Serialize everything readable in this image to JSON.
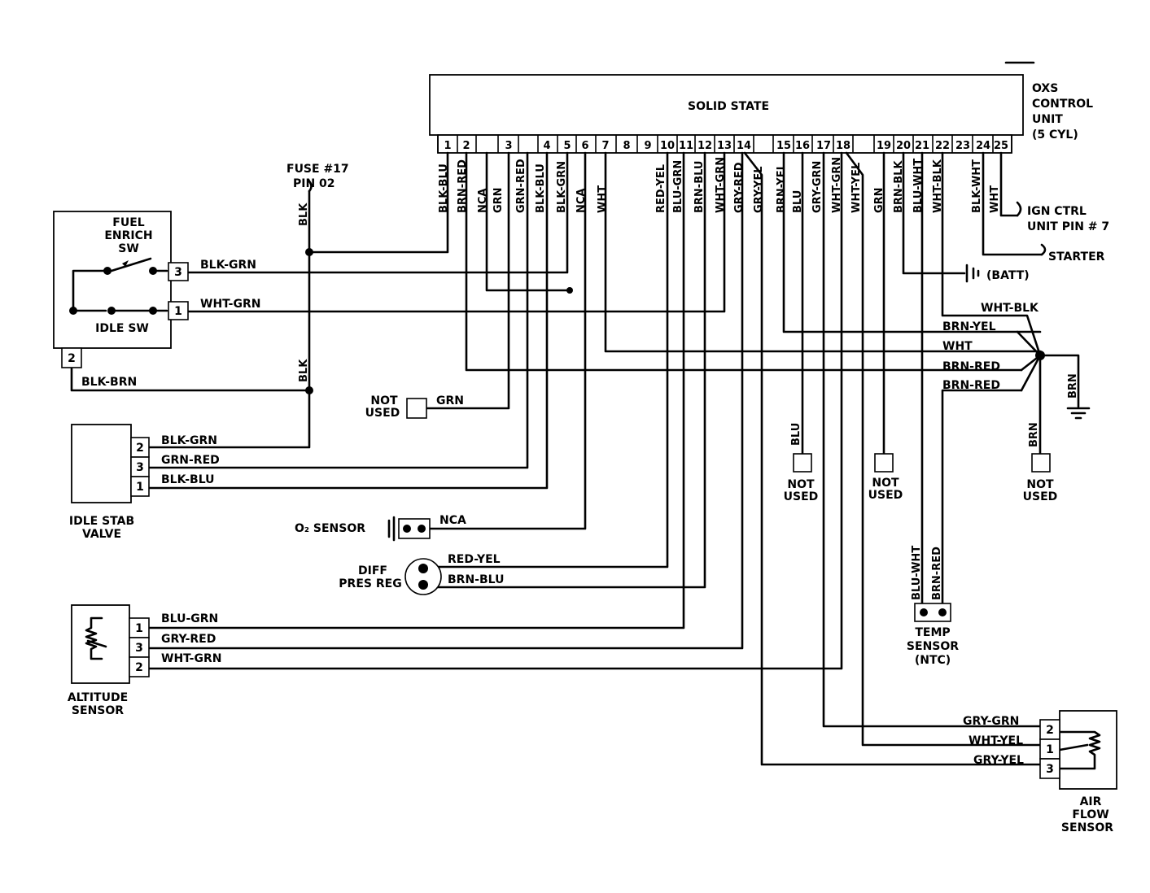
{
  "control_unit": {
    "title": "SOLID STATE",
    "label": [
      "OXS",
      "CONTROL",
      "UNIT",
      "(5 CYL)"
    ],
    "pins": [
      "1",
      "2",
      "3",
      "4",
      "5",
      "6",
      "7",
      "8",
      "9",
      "10",
      "11",
      "12",
      "13",
      "14",
      "15",
      "16",
      "17",
      "18",
      "19",
      "20",
      "21",
      "22",
      "23",
      "24",
      "25"
    ],
    "pin_wires": [
      "BLK-BLU",
      "BRN-RED",
      "NCA",
      "GRN",
      "GRN-RED",
      "BLK-BLU",
      "BLK-GRN",
      "NCA",
      "WHT",
      "RED-YEL",
      "BLU-GRN",
      "BRN-BLU",
      "WHT-GRN",
      "GRY-RED",
      "GRY-YEL",
      "BRN-YEL",
      "BLU",
      "GRY-GRN",
      "WHT-GRN",
      "WHT-YEL",
      "GRN",
      "BRN-BLK",
      "BLU-WHT",
      "WHT-BLK",
      "BLK-WHT",
      "WHT"
    ]
  },
  "fuse": {
    "label": [
      "FUSE #17",
      "PIN 02"
    ],
    "wire_top": "BLK",
    "wire_bottom": "BLK"
  },
  "fuel_enrich": {
    "label": [
      "FUEL",
      "ENRICH",
      "SW"
    ],
    "idle_label": "IDLE SW",
    "pins": [
      "3",
      "1",
      "2"
    ],
    "wires": [
      "BLK-GRN",
      "WHT-GRN",
      "BLK-BRN"
    ]
  },
  "idle_stab": {
    "label": [
      "IDLE STAB",
      "VALVE"
    ],
    "pins": [
      "2",
      "3",
      "1"
    ],
    "wires": [
      "BLK-GRN",
      "GRN-RED",
      "BLK-BLU"
    ]
  },
  "not_used_grn": {
    "label": [
      "NOT",
      "USED"
    ],
    "wire": "GRN"
  },
  "o2_sensor": {
    "label": "O₂ SENSOR",
    "wire": "NCA"
  },
  "diff_pres": {
    "label": [
      "DIFF",
      "PRES REG"
    ],
    "wires": [
      "RED-YEL",
      "BRN-BLU"
    ]
  },
  "altitude": {
    "label": [
      "ALTITUDE",
      "SENSOR"
    ],
    "pins": [
      "1",
      "3",
      "2"
    ],
    "wires": [
      "BLU-GRN",
      "GRY-RED",
      "WHT-GRN"
    ]
  },
  "right_side": {
    "ign": [
      "IGN CTRL",
      "UNIT PIN # 7"
    ],
    "starter": "STARTER",
    "batt": "(BATT)",
    "bus_wires": [
      "WHT-BLK",
      "BRN-YEL",
      "WHT",
      "BRN-RED",
      "BRN-RED"
    ],
    "ground_wire": "BRN"
  },
  "not_used_right": [
    {
      "label": [
        "NOT",
        "USED"
      ],
      "wire": "BLU"
    },
    {
      "label": [
        "NOT",
        "USED"
      ],
      "wire": ""
    },
    {
      "label": [
        "NOT",
        "USED"
      ],
      "wire": "BRN"
    }
  ],
  "temp_sensor": {
    "label": [
      "TEMP",
      "SENSOR",
      "(NTC)"
    ],
    "wires": [
      "BLU-WHT",
      "BRN-RED"
    ]
  },
  "air_flow": {
    "label": [
      "AIR",
      "FLOW",
      "SENSOR"
    ],
    "pins": [
      "2",
      "1",
      "3"
    ],
    "wires": [
      "GRY-GRN",
      "WHT-YEL",
      "GRY-YEL"
    ]
  }
}
